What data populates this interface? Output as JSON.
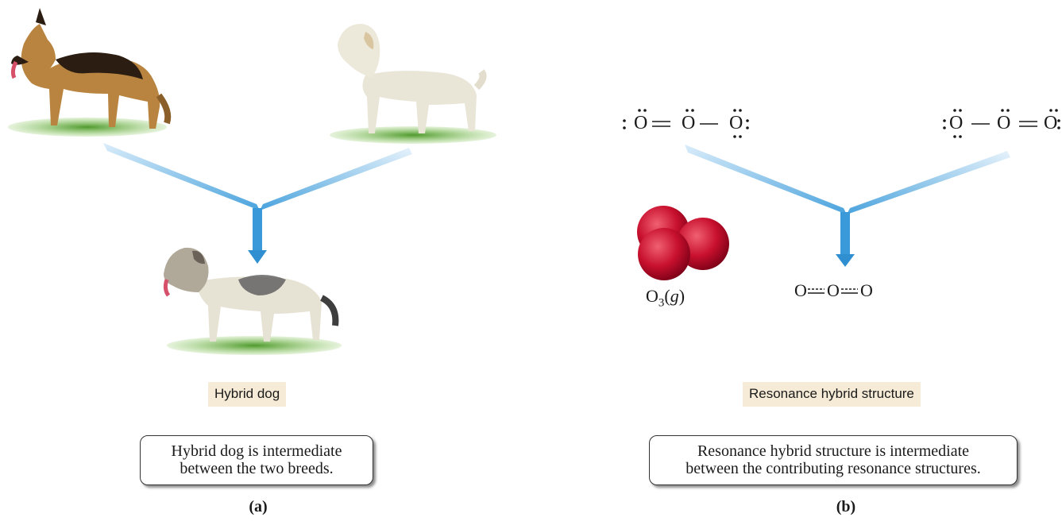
{
  "panel_a": {
    "label": "(a)",
    "tag": "Hybrid dog",
    "caption_lines": [
      "Hybrid dog is intermediate",
      "between the two breeds."
    ],
    "icons": [
      "german-shepherd-dog",
      "labrador-dog",
      "hybrid-dog"
    ]
  },
  "panel_b": {
    "label": "(b)",
    "tag": "Resonance hybrid structure",
    "caption_lines": [
      "Resonance hybrid structure is intermediate",
      "between the contributing resonance structures."
    ],
    "left_structure": {
      "atoms": [
        "O",
        "O",
        "O"
      ],
      "bonds": [
        "=",
        "—"
      ]
    },
    "right_structure": {
      "atoms": [
        "O",
        "O",
        "O"
      ],
      "bonds": [
        "—",
        "="
      ]
    },
    "hybrid_structure": {
      "atoms": [
        "O",
        "O",
        "O"
      ]
    },
    "molecule_formula": {
      "base": "O",
      "subscript": "3",
      "state": "g"
    },
    "molecule_color": "#c8102e"
  },
  "colors": {
    "arrow": "#3a9ad9",
    "tag_bg": "#f6ebd7",
    "grass": "#5aa83a"
  }
}
